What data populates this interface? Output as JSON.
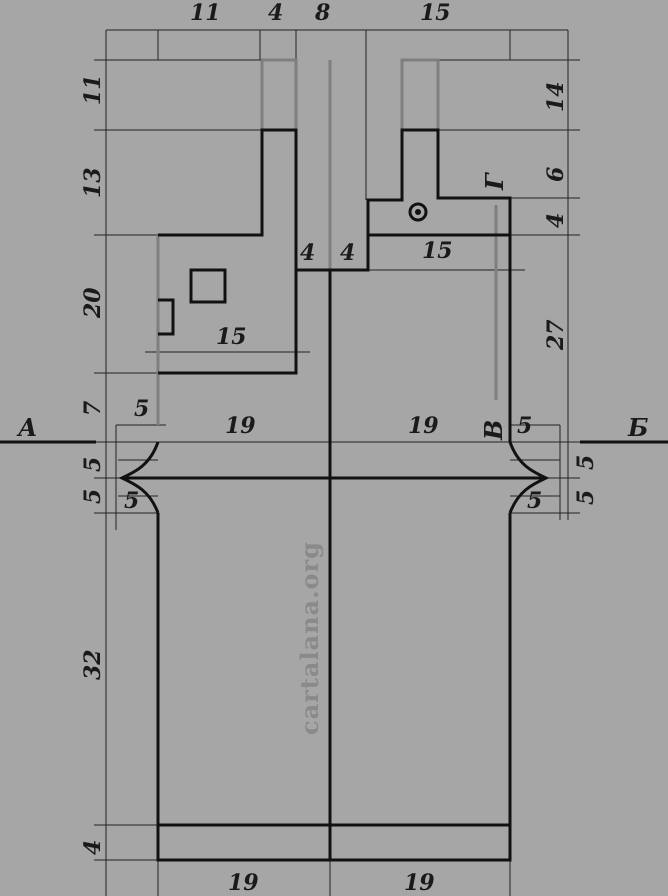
{
  "diagram": {
    "watermark": "cartalana.org",
    "labels": {
      "a": "А",
      "b": "Б",
      "v": "В",
      "g": "Г"
    },
    "top_dims": [
      "11",
      "4",
      "8",
      "15"
    ],
    "left_dims": [
      "11",
      "13",
      "20",
      "7",
      "5",
      "5",
      "32",
      "4"
    ],
    "right_dims": [
      "14",
      "6",
      "4",
      "27",
      "5",
      "5"
    ],
    "inner_dims": {
      "sleeve_width_left": "15",
      "neck_left": "4",
      "neck_right": "4",
      "shoulder_right": "15",
      "half_width_left": "19",
      "half_width_right": "19",
      "offset_left_top": "5",
      "offset_left_bottom": "5",
      "offset_right_top": "5",
      "offset_right_bottom": "5"
    },
    "bottom_dims": [
      "19",
      "19"
    ]
  }
}
